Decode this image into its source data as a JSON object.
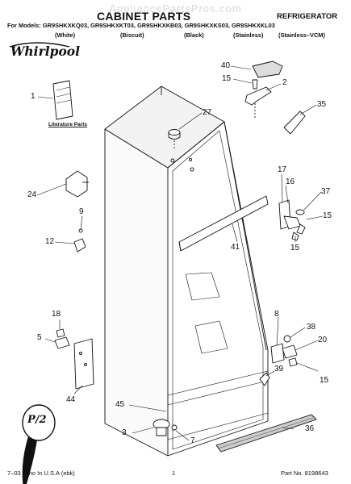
{
  "watermark": "AppliancePartsPros.com",
  "header": {
    "title": "CABINET PARTS",
    "category": "REFRIGERATOR",
    "models_line": "For Models: GR9SHKXKQ03, GR9SHKXKT03, GR9SHKXKB03, GR9SHKXKS03, GR9SHKXKL03",
    "variants": [
      "(White)",
      "(Biscuit)",
      "(Black)",
      "(Stainless)",
      "(Stainless–VCM)"
    ]
  },
  "brand": "Whirlpool",
  "literature_label": "Literature Parts",
  "callouts": {
    "c40": "40",
    "c15a": "15",
    "c2": "2",
    "c35": "35",
    "c1": "1",
    "c27": "27",
    "c17": "17",
    "c16": "16",
    "c37": "37",
    "c15b": "15",
    "c15c": "15",
    "c24": "24",
    "c9": "9",
    "c12": "12",
    "c41": "41",
    "c18": "18",
    "c5": "5",
    "c8": "8",
    "c38": "38",
    "c20": "20",
    "c39": "39",
    "c15d": "15",
    "c44": "44",
    "c45": "45",
    "c36": "36",
    "c3": "3",
    "c7": "7"
  },
  "badge": "P/2",
  "footer": {
    "left": "7–03 Litho In U.S.A (ebk)",
    "page": "1",
    "part_no": "Part No. 8198643"
  }
}
